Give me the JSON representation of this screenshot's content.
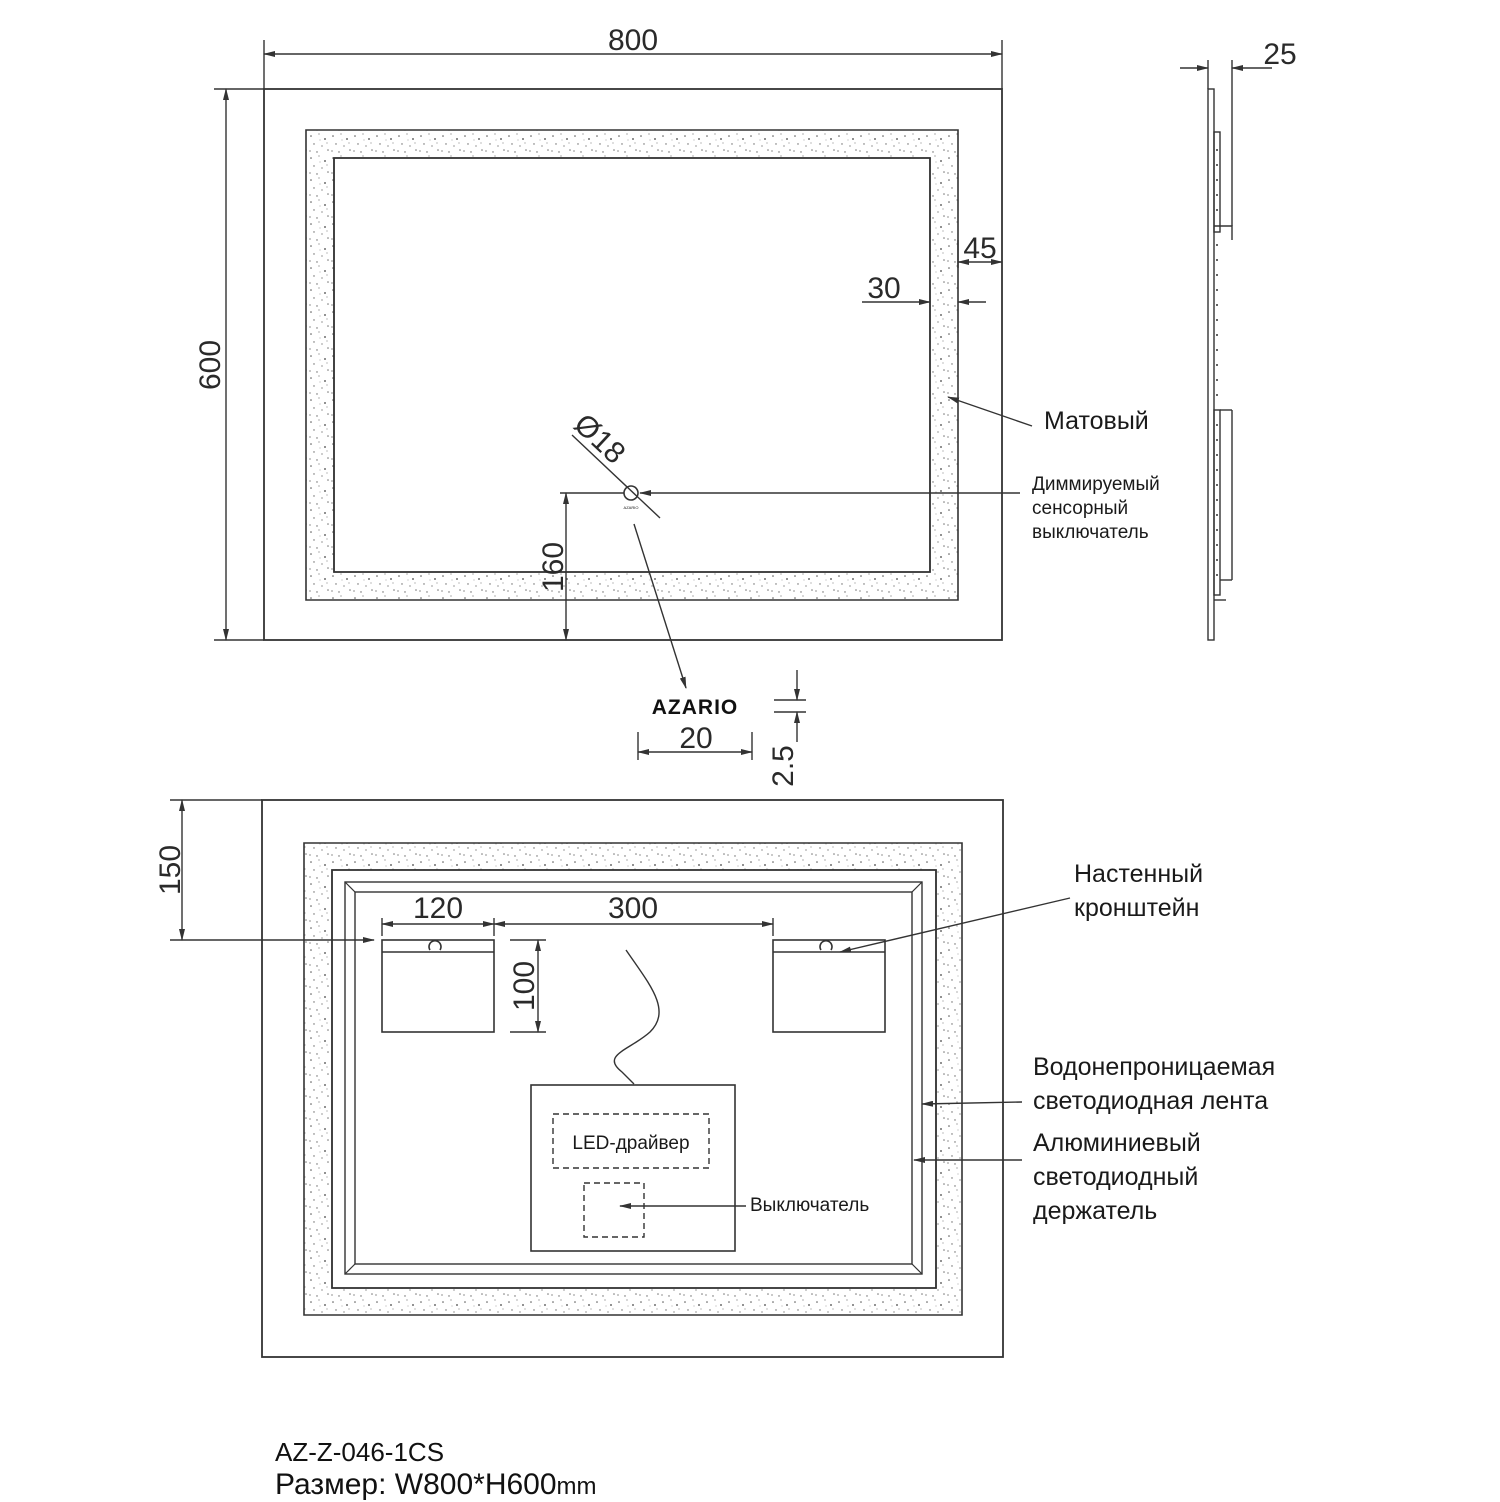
{
  "dimensions": {
    "front_width": "800",
    "front_height": "600",
    "frosted_band": "45",
    "inner_offset": "30",
    "switch_diameter": "Ø18",
    "switch_height": "160",
    "depth": "25",
    "logo_width": "20",
    "logo_height": "2.5",
    "back_bracket_drop": "150",
    "bracket_width": "120",
    "bracket_spacing": "300",
    "bracket_height": "100"
  },
  "labels": {
    "matte": "Матовый",
    "dimmable_switch": [
      "Диммируемый",
      "сенсорный",
      "выключатель"
    ],
    "wall_bracket": [
      "Настенный",
      "кронштейн"
    ],
    "waterproof_strip": [
      "Водонепроницаемая",
      "светодиодная лента"
    ],
    "aluminium_holder": [
      "Алюминиевый",
      "светодиодный",
      "держатель"
    ],
    "led_driver": "LED-драйвер",
    "switch": "Выключатель",
    "brand": "AZARIO",
    "brand_small": "AZARIO"
  },
  "footer": {
    "model": "AZ-Z-046-1CS",
    "size_prefix": "Размер: ",
    "size_value": "W800*H600",
    "size_unit": "mm"
  }
}
